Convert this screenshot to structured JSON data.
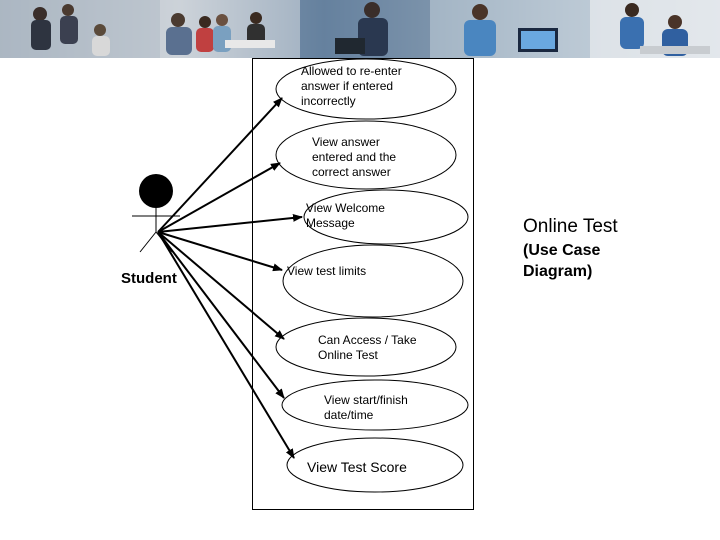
{
  "banner": {
    "description_icon": "office-people-photo-banner"
  },
  "actor": {
    "label": "Student"
  },
  "use_cases": [
    {
      "id": "reenter",
      "label": "Allowed to re-enter\nanswer if entered\nincorrectly"
    },
    {
      "id": "view-answer",
      "label": "View answer\nentered and the\ncorrect answer"
    },
    {
      "id": "welcome",
      "label": "View Welcome\nMessage"
    },
    {
      "id": "limits",
      "label": "View   test limits"
    },
    {
      "id": "access",
      "label": "Can Access / Take\nOnline Test"
    },
    {
      "id": "dates",
      "label": "View  start/finish\ndate/time"
    },
    {
      "id": "score",
      "label": "View Test Score"
    }
  ],
  "title": {
    "main": "Online Test",
    "sub": "(Use Case\nDiagram)"
  },
  "colors": {
    "line": "#000000",
    "banner_bg": "#8aa4c0"
  }
}
